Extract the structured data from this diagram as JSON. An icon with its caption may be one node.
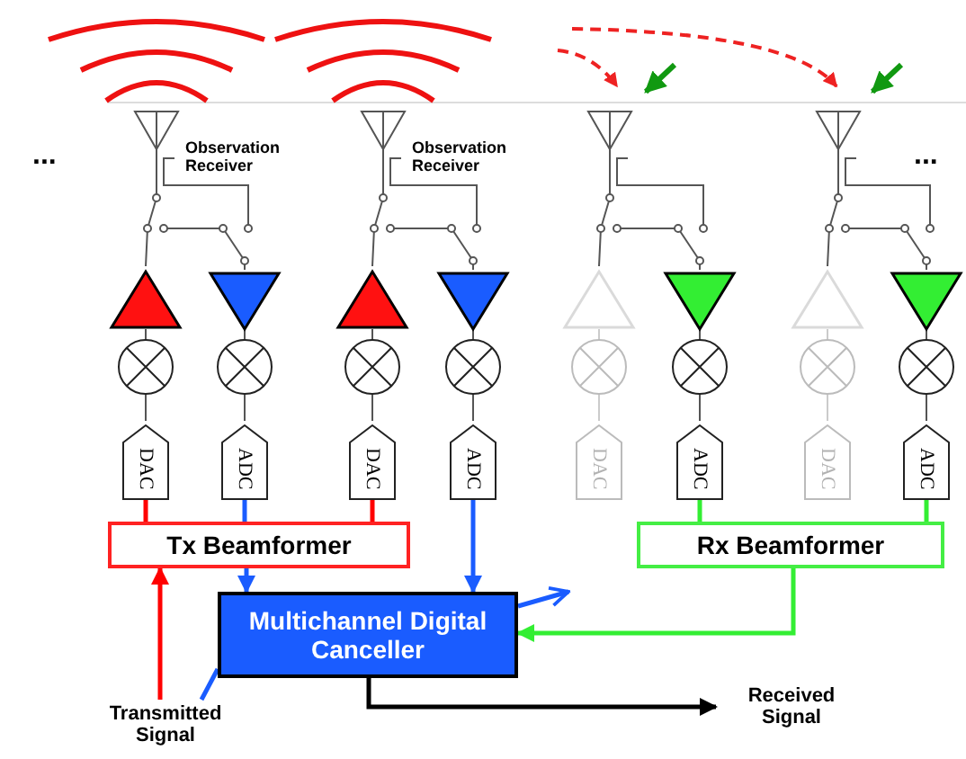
{
  "diagram": {
    "nodes": [
      {
        "text": [
          "DAC"
        ]
      },
      {
        "text": [
          "ADC"
        ]
      },
      {
        "text": [
          "DAC"
        ]
      },
      {
        "text": [
          "ADC"
        ]
      },
      {
        "text": [
          "DAC"
        ]
      },
      {
        "text": [
          "ADC"
        ]
      },
      {
        "text": [
          "DAC"
        ]
      },
      {
        "text": [
          "ADC"
        ]
      },
      {
        "text": [
          "Tx Beamformer"
        ]
      },
      {
        "text": [
          "Rx Beamformer"
        ]
      },
      {
        "text": [
          "Multichannel Digital Canceller"
        ]
      },
      {
        "text": [
          "Transmitted Signal"
        ]
      },
      {
        "text": [
          "Received Signal"
        ]
      }
    ],
    "edges": [
      {
        "from": 0,
        "to": 8,
        "arrow": "none",
        "color": "#ff0000"
      },
      {
        "from": 1,
        "to": 8,
        "arrow": "none",
        "color": "#1a5cff"
      },
      {
        "from": 2,
        "to": 8,
        "arrow": "none",
        "color": "#ff0000"
      },
      {
        "from": 3,
        "to": 10,
        "arrow": "to",
        "color": "#1a5cff"
      },
      {
        "from": 5,
        "to": 9,
        "arrow": "none",
        "color": "#33ee33"
      },
      {
        "from": 7,
        "to": 9,
        "arrow": "none",
        "color": "#33ee33"
      },
      {
        "from": 8,
        "to": 10,
        "arrow": "to",
        "color": "#1a5cff"
      },
      {
        "from": 9,
        "to": 10,
        "arrow": "to",
        "color": "#33ee33"
      },
      {
        "from": 11,
        "to": 8,
        "arrow": "to",
        "color": "#ff0000"
      },
      {
        "from": 10,
        "to": 12,
        "arrow": "to",
        "color": "#000000"
      },
      {
        "from": 10,
        "to": null,
        "arrow": "to",
        "color": "#1a5cff"
      },
      {
        "from": 11,
        "to": 10,
        "arrow": "none",
        "color": "#1a5cff"
      }
    ],
    "labels": [
      "...",
      "Observation Receiver",
      "Observation Receiver",
      "..."
    ]
  }
}
